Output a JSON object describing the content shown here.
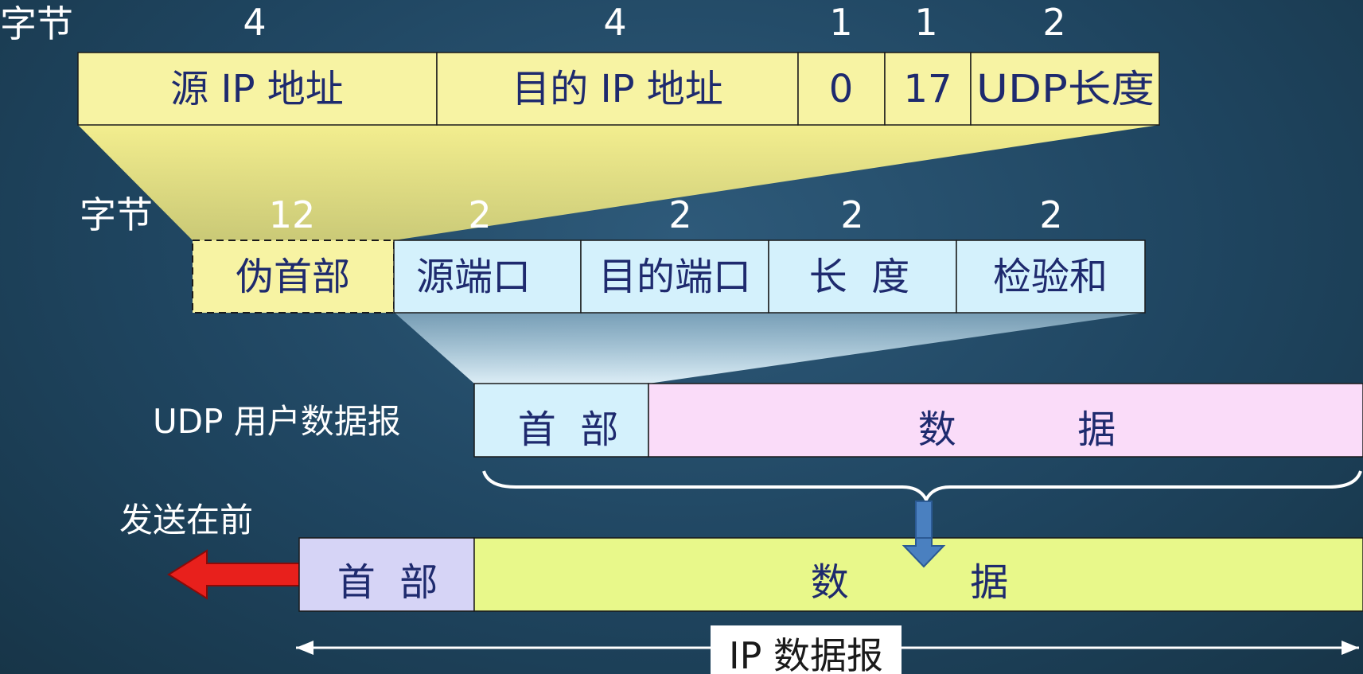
{
  "pseudo_header": {
    "byte_label": "字节",
    "fields": [
      {
        "label": "源 IP 地址",
        "bytes": "4"
      },
      {
        "label": "目的 IP 地址",
        "bytes": "4"
      },
      {
        "label": "0",
        "bytes": "1"
      },
      {
        "label": "17",
        "bytes": "1"
      },
      {
        "label": "UDP长度",
        "bytes": "2"
      }
    ]
  },
  "udp_header": {
    "byte_label": "字节",
    "pseudo": {
      "label": "伪首部",
      "bytes": "12"
    },
    "fields": [
      {
        "label": "源端口",
        "bytes": "2"
      },
      {
        "label": "目的端口",
        "bytes": "2"
      },
      {
        "label": "长  度",
        "bytes": "2"
      },
      {
        "label": "检验和",
        "bytes": "2"
      }
    ]
  },
  "udp_datagram": {
    "label": "UDP 用户数据报",
    "header": "首  部",
    "data": "数          据"
  },
  "ip_datagram": {
    "send_first": "发送在前",
    "header": "首  部",
    "data": "数          据",
    "label": "IP 数据报"
  },
  "colors": {
    "pseudo_fill": "#f7f3a3",
    "udp_header_fill": "#d4f1fc",
    "udp_data_fill": "#fadcf9",
    "ip_header_fill": "#d6d4f6",
    "ip_data_fill": "#e8f88a",
    "arrow_red": "#e8201c",
    "arrow_blue": "#4a80c0"
  }
}
